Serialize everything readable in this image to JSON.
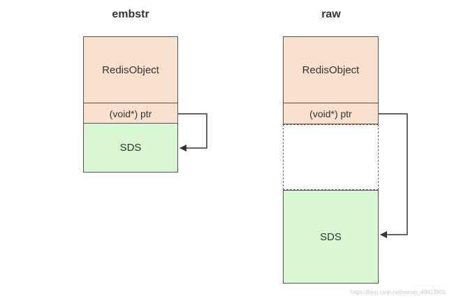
{
  "embstr": {
    "title": "embstr",
    "redis_object_label": "RedisObject",
    "ptr_label": "(void*) ptr",
    "sds_label": "SDS"
  },
  "raw": {
    "title": "raw",
    "redis_object_label": "RedisObject",
    "ptr_label": "(void*) ptr",
    "sds_label": "SDS"
  },
  "colors": {
    "redis_object_fill": "#f9e1cd",
    "sds_fill": "#d9f7d2",
    "border": "#555555",
    "arrow": "#333333"
  },
  "watermark": "https://blog.csdn.net/weixin_49413901"
}
